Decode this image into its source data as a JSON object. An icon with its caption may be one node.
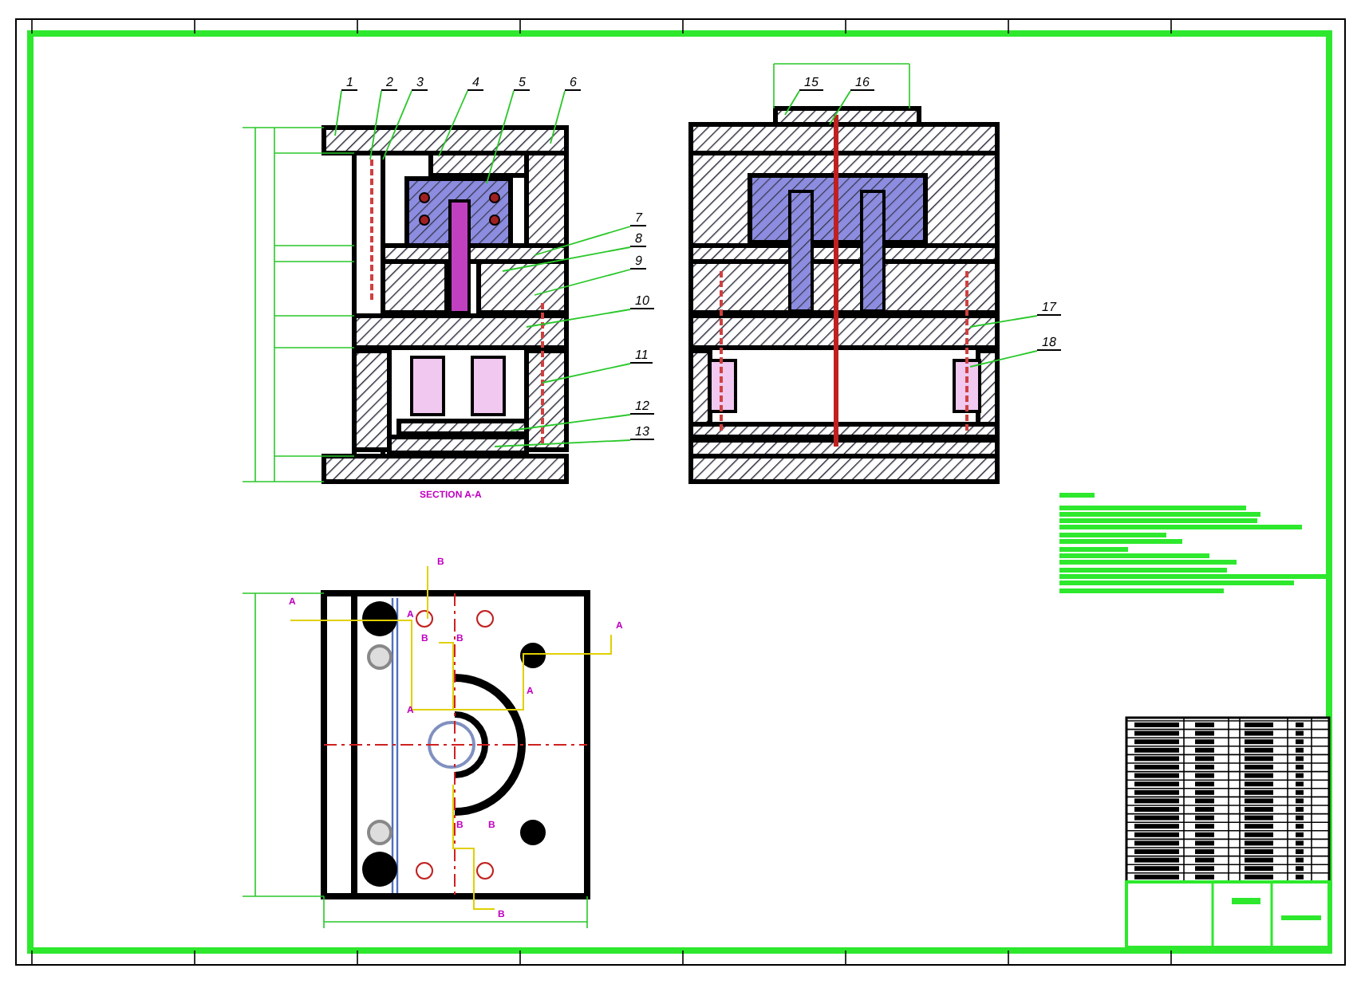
{
  "diagram": {
    "nodes": [
      {
        "text": [
          "1"
        ]
      },
      {
        "text": [
          "2"
        ]
      },
      {
        "text": [
          "3"
        ]
      },
      {
        "text": [
          "4"
        ]
      },
      {
        "text": [
          "5"
        ]
      },
      {
        "text": [
          "6"
        ]
      },
      {
        "text": [
          "7"
        ]
      },
      {
        "text": [
          "8"
        ]
      },
      {
        "text": [
          "9"
        ]
      },
      {
        "text": [
          "10"
        ]
      },
      {
        "text": [
          "11"
        ]
      },
      {
        "text": [
          "12"
        ]
      },
      {
        "text": [
          "13"
        ]
      },
      {
        "text": [
          "15"
        ]
      },
      {
        "text": [
          "16"
        ]
      },
      {
        "text": [
          "17"
        ]
      },
      {
        "text": [
          "18"
        ]
      }
    ],
    "edges": [
      {
        "from": 0,
        "to": null,
        "arrow": "none"
      },
      {
        "from": 1,
        "to": null,
        "arrow": "none"
      },
      {
        "from": 2,
        "to": null,
        "arrow": "none"
      },
      {
        "from": 3,
        "to": null,
        "arrow": "none"
      },
      {
        "from": 4,
        "to": null,
        "arrow": "none"
      },
      {
        "from": 5,
        "to": null,
        "arrow": "none"
      },
      {
        "from": 6,
        "to": null,
        "arrow": "none"
      },
      {
        "from": 7,
        "to": null,
        "arrow": "none"
      },
      {
        "from": 8,
        "to": null,
        "arrow": "none"
      },
      {
        "from": 9,
        "to": null,
        "arrow": "none"
      },
      {
        "from": 10,
        "to": null,
        "arrow": "none"
      },
      {
        "from": 11,
        "to": null,
        "arrow": "none"
      },
      {
        "from": 12,
        "to": null,
        "arrow": "none"
      },
      {
        "from": 13,
        "to": null,
        "arrow": "none"
      },
      {
        "from": 14,
        "to": null,
        "arrow": "none"
      },
      {
        "from": 15,
        "to": null,
        "arrow": "none"
      },
      {
        "from": 16,
        "to": null,
        "arrow": "none"
      }
    ],
    "labels": [
      "SECTION A-A",
      "B",
      "A",
      "A",
      "B",
      "B",
      "A",
      "A",
      "A",
      "B",
      "B",
      "B"
    ]
  }
}
